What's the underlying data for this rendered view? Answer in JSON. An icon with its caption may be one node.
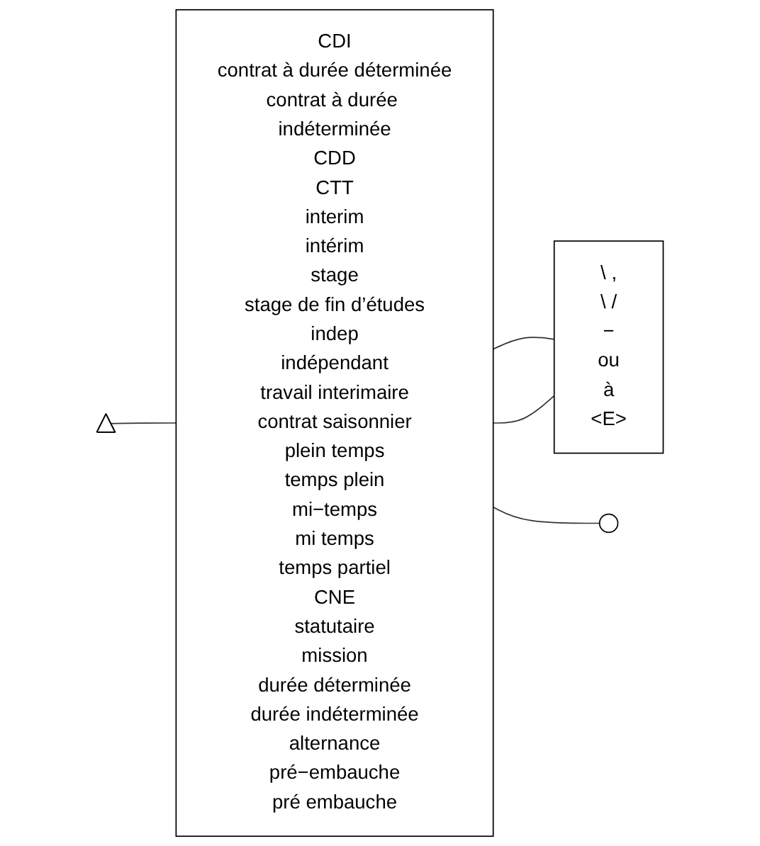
{
  "diagram": {
    "nodes": [
      {
        "text": [],
        "shape": "triangle"
      },
      {
        "text": [
          "CDI",
          "contrat à durée déterminée",
          "contrat à durée indéterminée",
          "CDD",
          "CTT",
          "interim",
          "intérim",
          "stage",
          "stage de fin d’études",
          "indep",
          "indépendant",
          "travail interimaire",
          "contrat saisonnier",
          "plein temps",
          "temps plein",
          "mi−temps",
          "mi temps",
          "temps partiel",
          "CNE",
          "statutaire",
          "mission",
          "durée déterminée",
          "durée indéterminée",
          "alternance",
          "pré−embauche",
          "pré embauche"
        ]
      },
      {
        "text": [
          "\\ ,",
          "\\ /",
          "−",
          "ou",
          "à",
          "<E>"
        ]
      },
      {
        "text": [],
        "shape": "circle"
      }
    ],
    "edges": [
      {
        "from": 0,
        "to": 1,
        "arrow": "none"
      },
      {
        "from": 1,
        "to": 2,
        "arrow": "none"
      },
      {
        "from": 2,
        "to": 1,
        "arrow": "none"
      },
      {
        "from": 1,
        "to": 3,
        "arrow": "none"
      }
    ]
  }
}
